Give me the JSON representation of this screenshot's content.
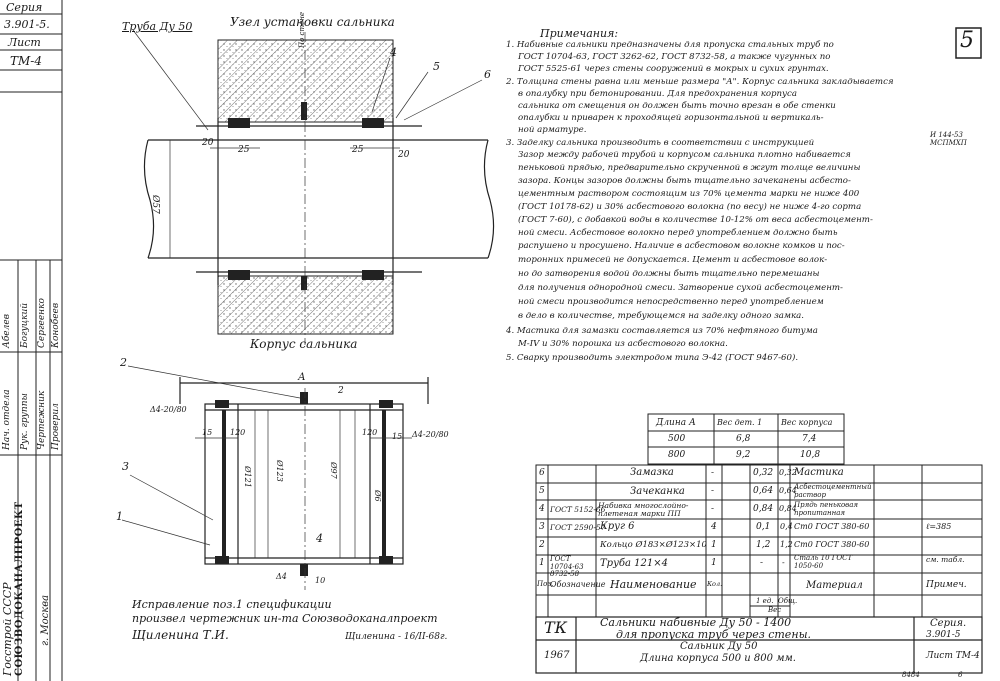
{
  "sheet_number": "5",
  "side_header": {
    "series_label": "Серия",
    "series_value": "3.901-5.",
    "sheet_label": "Лист",
    "sheet_value": "ТМ-4"
  },
  "side_strip": {
    "org_line1": "Госстрой СССР",
    "org_line2": "СОЮЗВОДОКАНАЛПРОЕКТ",
    "city": "г. Москва",
    "roles": [
      "Нач. отдела",
      "Рук. группы",
      "Чертежник",
      "Проверил"
    ],
    "people": [
      "Абелев",
      "Богуцкий",
      "Сергеенко",
      "Конобеев"
    ]
  },
  "drawing_top": {
    "title": "Узел установки сальника",
    "pipe_label": "Труба Ду 50",
    "dims": [
      "20",
      "25",
      "25",
      "20",
      "Ø57"
    ],
    "callouts": [
      "4",
      "5",
      "6",
      "По стене"
    ]
  },
  "drawing_body": {
    "title": "Корпус сальника",
    "dims": [
      "А",
      "2",
      "Δ4-20/80",
      "Δ4-20/80",
      "15",
      "120",
      "120",
      "15",
      "Ø121",
      "Ø123",
      "Ø97",
      "Ø6",
      "Δ4",
      "10"
    ],
    "callouts": [
      "2",
      "3",
      "1",
      "4"
    ]
  },
  "notes": {
    "heading": "Примечания:",
    "lines": [
      "1. Набивные сальники предназначены для пропуска стальных труб по",
      "ГОСТ 10704-63, ГОСТ 3262-62, ГОСТ 8732-58, а также чугунных по",
      "ГОСТ 5525-61 через стены сооружений в мокрых и сухих грунтах.",
      "2. Толщина стены равна или меньше размера \"А\". Корпус сальника закладывается",
      "в опалубку при бетонировании. Для предохранения корпуса",
      "сальника от смещения он должен быть точно врезан в обе стенки",
      "опалубки и приварен к проходящей горизонтальной и вертикаль-",
      "ной арматуре.",
      "3. Заделку сальника производить в соответствии с инструкцией",
      "Зазор между рабочей трубой и корпусом сальника плотно набивается",
      "пеньковой прядью, предварительно скрученной в жгут толще величины",
      "зазора. Концы зазоров должны быть тщательно зачеканены асбесто-",
      "цементным раствором состоящим из 70% цемента марки не ниже 400",
      "(ГОСТ 10178-62) и 30% асбестового волокна (по весу) не ниже 4-го сорта",
      "(ГОСТ 7-60), с добавкой воды в количестве 10-12% от веса асбестоцемент-",
      "ной смеси. Асбестовое волокно перед употреблением должно быть",
      "распушено и просушено. Наличие в асбестовом волокне комков и пос-",
      "торонних примесей не допускается. Цемент и асбестовое волок-",
      "но до затворения водой должны быть тщательно перемешаны",
      "для получения однородной смеси. Затворение сухой асбестоцемент-",
      "ной смеси производится непосредственно перед употреблением",
      "в дело в количестве, требующемся на заделку одного замка.",
      "4. Мастика для замазки составляется из 70% нефтяного битума",
      "М-IV и 30% порошка из асбестового волокна.",
      "5. Сварку производить электродом типа Э-42 (ГОСТ 9467-60)."
    ],
    "instruction_ref": "И 144-53 МСПМХП"
  },
  "weight_table": {
    "headers": [
      "Длина А",
      "Вес дет. 1",
      "Вес корпуса"
    ],
    "rows": [
      [
        "500",
        "6,8",
        "7,4"
      ],
      [
        "800",
        "9,2",
        "10,8"
      ]
    ]
  },
  "spec_table": {
    "rows": [
      [
        "6",
        "",
        "Замазка",
        "-",
        "0,32",
        "0,32",
        "Мастика",
        ""
      ],
      [
        "5",
        "",
        "Зачеканка",
        "-",
        "0,64",
        "0,64",
        "Асбестоцементный раствор",
        ""
      ],
      [
        "4",
        "ГОСТ 5152-66",
        "Набивка многослойно-плетеная марки ПП",
        "-",
        "0,84",
        "0,84",
        "Прядь пеньковая пропитанная",
        ""
      ],
      [
        "3",
        "ГОСТ 2590-57",
        "Круг 6",
        "4",
        "0,1",
        "0,4",
        "Ст0 ГОСТ 380-60",
        "ℓ=385"
      ],
      [
        "2",
        "",
        "Кольцо Ø183×Ø123×10",
        "1",
        "1,2",
        "1,2",
        "Ст0 ГОСТ 380-60",
        ""
      ],
      [
        "1",
        "ГОСТ 10704-63 8732-58",
        "Труба 121×4",
        "1",
        "-",
        "-",
        "Сталь 10 ГОСТ 1050-60",
        "см. табл."
      ]
    ],
    "footer": [
      "Поз.",
      "Обозначение",
      "Наименование",
      "Кол.",
      "1 ед.",
      "Общ.",
      "Материал",
      "Примеч."
    ],
    "weight_group": "Вес"
  },
  "title_block": {
    "code": "ТК",
    "year": "1967",
    "title_line1": "Сальники набивные Ду 50 - 1400",
    "title_line2": "для пропуска труб через стены.",
    "sub_line1": "Сальник Ду 50",
    "sub_line2": "Длина корпуса 500 и 800 мм.",
    "series_label": "Серия.",
    "series_value": "3.901-5",
    "sheet": "Лист ТМ-4",
    "bottom_code": "8484",
    "bottom_num": "6"
  },
  "correction": {
    "line1": "Исправление поз.1 спецификации",
    "line2": "произвел чертежник ин-та Союзводоканалпроект",
    "line3": "Щиленина Т.И.",
    "sign": "Щиленина - 16/II-68г."
  }
}
